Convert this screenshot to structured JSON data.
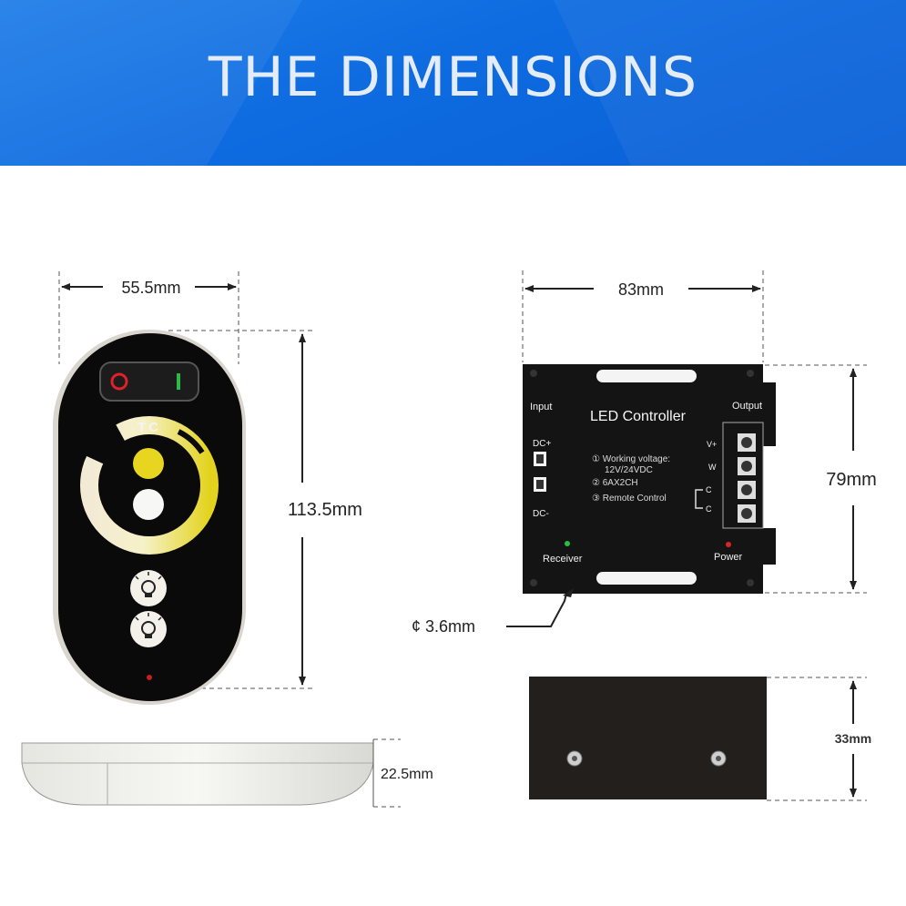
{
  "banner": {
    "title": "THE DIMENSIONS",
    "color": "#1573e6"
  },
  "remote": {
    "brand": "TC",
    "width": "55.5mm",
    "height": "113.5mm",
    "thickness": "22.5mm"
  },
  "controller": {
    "title": "LED Controller",
    "input_label": "Input",
    "output_label": "Output",
    "dc_plus": "DC+",
    "dc_minus": "DC-",
    "spec_1": "① Working voltage:",
    "spec_1b": "12V/24VDC",
    "spec_2": "② 6AX2CH",
    "spec_3": "③ Remote Control",
    "out_vplus": "V+",
    "out_w": "W",
    "out_c1": "C",
    "out_c2": "C",
    "receiver": "Receiver",
    "power": "Power",
    "width": "83mm",
    "height": "79mm",
    "hole": "¢ 3.6mm",
    "depth": "33mm"
  }
}
